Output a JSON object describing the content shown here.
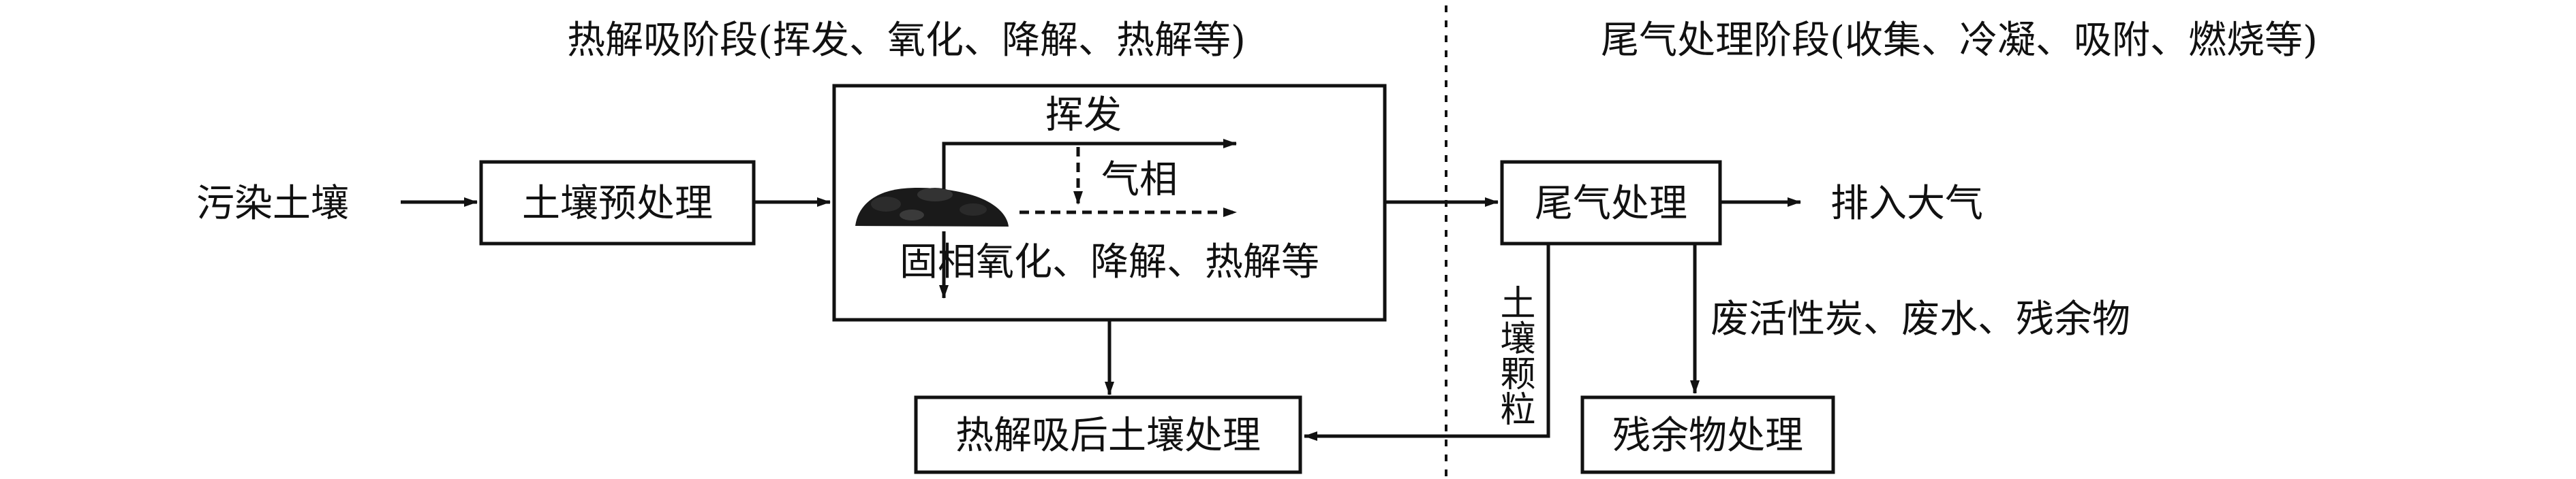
{
  "headings": {
    "left": "热解吸阶段(挥发、氧化、降解、热解等)",
    "right": "尾气处理阶段(收集、冷凝、吸附、燃烧等)"
  },
  "nodes": {
    "contaminated_soil": "污染土壤",
    "soil_pretreatment": "土壤预处理",
    "volatilization": "挥发",
    "gas_phase": "气相",
    "solid_phase_process": "固相氧化、降解、热解等",
    "offgas_treatment": "尾气处理",
    "emit_to_atmosphere": "排入大气",
    "soil_particles": "土壤颗粒",
    "byproducts": "废活性炭、废水、残余物",
    "residue_treatment": "残余物处理",
    "post_desorption_soil_treatment": "热解吸后土壤处理"
  },
  "colors": {
    "ink": "#111111",
    "background": "#ffffff"
  }
}
